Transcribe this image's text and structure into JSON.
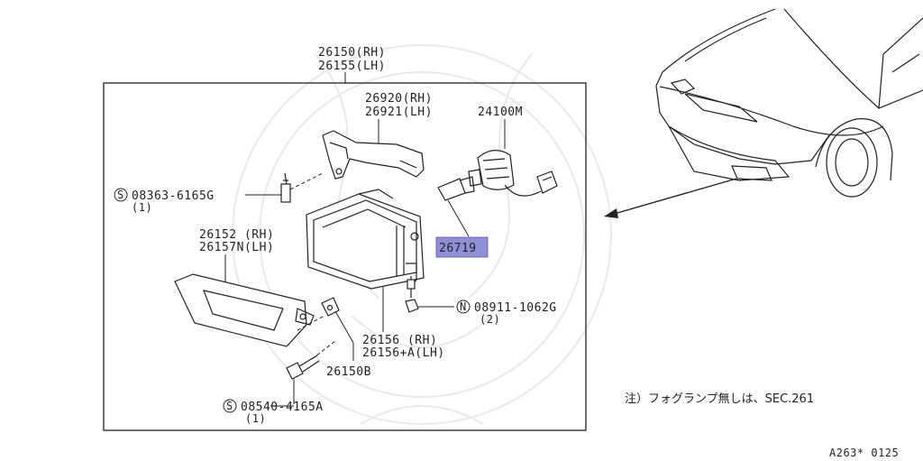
{
  "assembly": {
    "rh": "26150(RH)",
    "lh": "26155(LH)"
  },
  "parts": {
    "bracket": {
      "rh": "26920(RH)",
      "lh": "26921(LH)"
    },
    "bulb": {
      "number": "24100M"
    },
    "screw_upper": {
      "code": "08363-6165G",
      "prefix": "S",
      "qty": "(1)"
    },
    "bulb_small": {
      "number": "26719",
      "highlight_color": "#8f8fd8"
    },
    "bezel": {
      "rh": "26152 (RH)",
      "lh": "26157N(LH)"
    },
    "nut": {
      "code": "08911-1062G",
      "prefix": "N",
      "qty": "(2)"
    },
    "lamp_unit": {
      "rh": "26156  (RH)",
      "lh": "26156+A(LH)"
    },
    "clip": {
      "number": "26150B"
    },
    "screw_lower": {
      "code": "08540-4165A",
      "prefix": "S",
      "qty": "(1)"
    }
  },
  "note": "注）フォグランプ無しは、SEC.261",
  "diagram_code": "A263* 0125",
  "colors": {
    "line": "#222222",
    "highlight": "#8f8fd8",
    "watermark": "#e9e9e9"
  }
}
